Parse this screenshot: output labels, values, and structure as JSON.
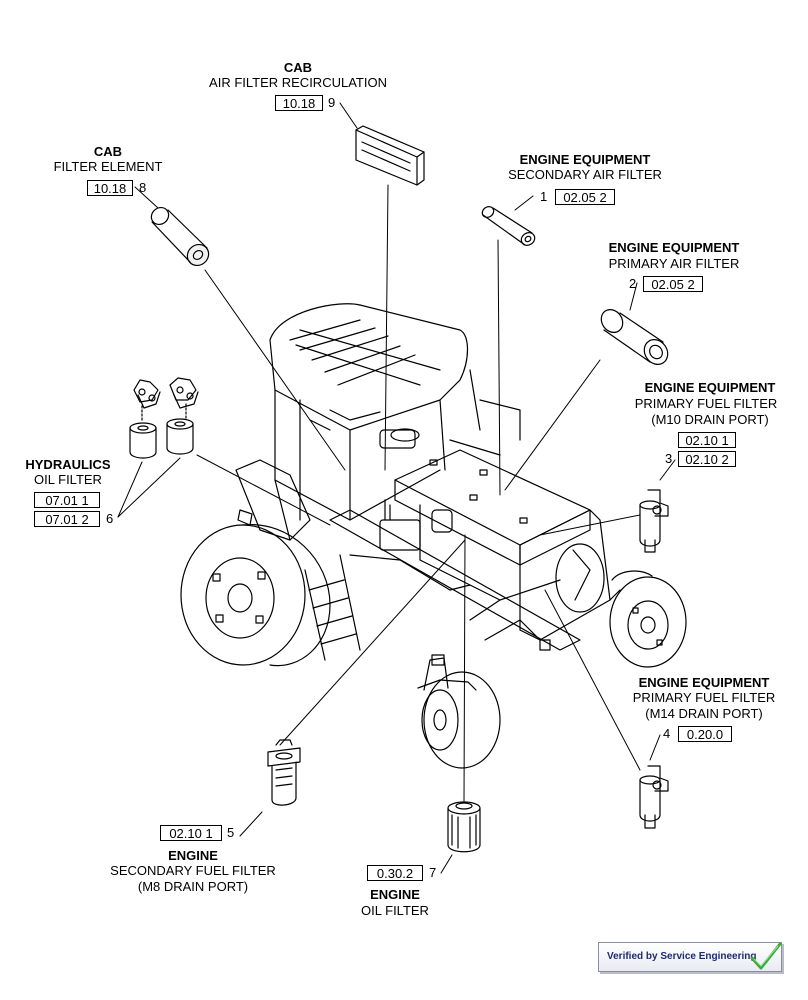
{
  "callouts": [
    {
      "item": "9",
      "ref": "10.18",
      "title": "CAB",
      "lines": [
        "AIR FILTER RECIRCULATION"
      ]
    },
    {
      "item": "8",
      "ref": "10.18",
      "title": "CAB",
      "lines": [
        "FILTER ELEMENT"
      ]
    },
    {
      "item": "1",
      "ref": "02.05 2",
      "title": "ENGINE EQUIPMENT",
      "lines": [
        "SECONDARY AIR FILTER"
      ]
    },
    {
      "item": "2",
      "ref": "02.05 2",
      "title": "ENGINE EQUIPMENT",
      "lines": [
        "PRIMARY AIR FILTER"
      ]
    },
    {
      "item": "3",
      "refs": [
        "02.10 1",
        "02.10 2"
      ],
      "title": "ENGINE EQUIPMENT",
      "lines": [
        "PRIMARY FUEL FILTER",
        "(M10 DRAIN PORT)"
      ]
    },
    {
      "item": "6",
      "refs": [
        "07.01 1",
        "07.01 2"
      ],
      "title": "HYDRAULICS",
      "lines": [
        "OIL FILTER"
      ]
    },
    {
      "item": "4",
      "ref": "0.20.0",
      "title": "ENGINE EQUIPMENT",
      "lines": [
        "PRIMARY FUEL FILTER",
        "(M14 DRAIN PORT)"
      ]
    },
    {
      "item": "5",
      "ref": "02.10 1",
      "title": "ENGINE",
      "lines": [
        "SECONDARY FUEL FILTER",
        "(M8 DRAIN PORT)"
      ]
    },
    {
      "item": "7",
      "ref": "0.30.2",
      "title": "ENGINE",
      "lines": [
        "OIL FILTER"
      ]
    }
  ],
  "badge": {
    "text": "Verified by Service Engineering",
    "icon": "check-icon",
    "color": "#3aa83a"
  }
}
